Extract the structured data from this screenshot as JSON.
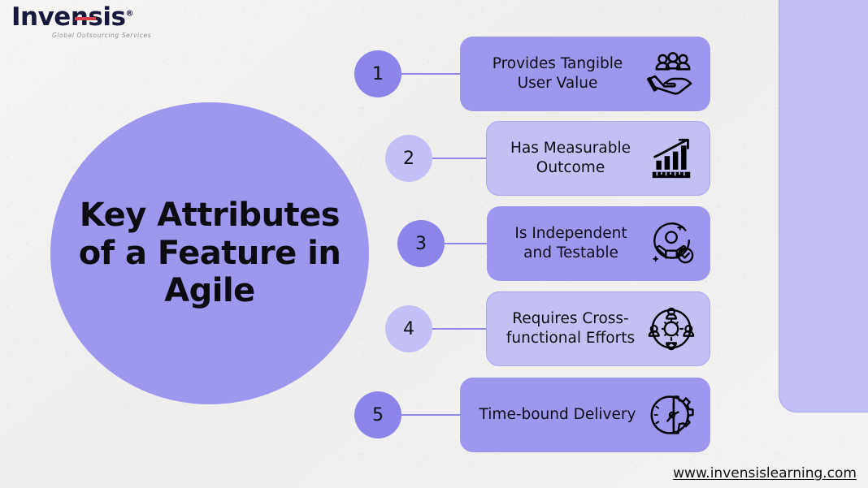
{
  "brand": {
    "logo_text": "Invensis",
    "logo_registered": "®",
    "logo_tagline": "Global Outsourcing Services"
  },
  "hero": {
    "title": "Key Attributes of a Feature in Agile"
  },
  "items": [
    {
      "number": "1",
      "label": "Provides Tangible User Value",
      "icon": "hand-holding-people-icon",
      "variant": "dark"
    },
    {
      "number": "2",
      "label": "Has Measurable Outcome",
      "icon": "growth-bar-chart-ruler-icon",
      "variant": "light"
    },
    {
      "number": "3",
      "label": "Is Independent and Testable",
      "icon": "person-circle-check-icon",
      "variant": "dark"
    },
    {
      "number": "4",
      "label": "Requires Cross-functional Efforts",
      "icon": "team-gear-network-icon",
      "variant": "light"
    },
    {
      "number": "5",
      "label": "Time-bound Delivery",
      "icon": "clock-gear-icon",
      "variant": "dark"
    }
  ],
  "footer": {
    "url": "www.invensislearning.com"
  },
  "colors": {
    "background": "#f2f1ef",
    "purple_dark": "#9d97ee",
    "purple_circle_dark": "#8b85ea",
    "purple_light": "#c3c1f4",
    "purple_border": "#a9a6ee",
    "connector": "#8e88e4",
    "logo_navy": "#16183c",
    "logo_red": "#d5404a",
    "text_dark": "#0e0e15"
  }
}
